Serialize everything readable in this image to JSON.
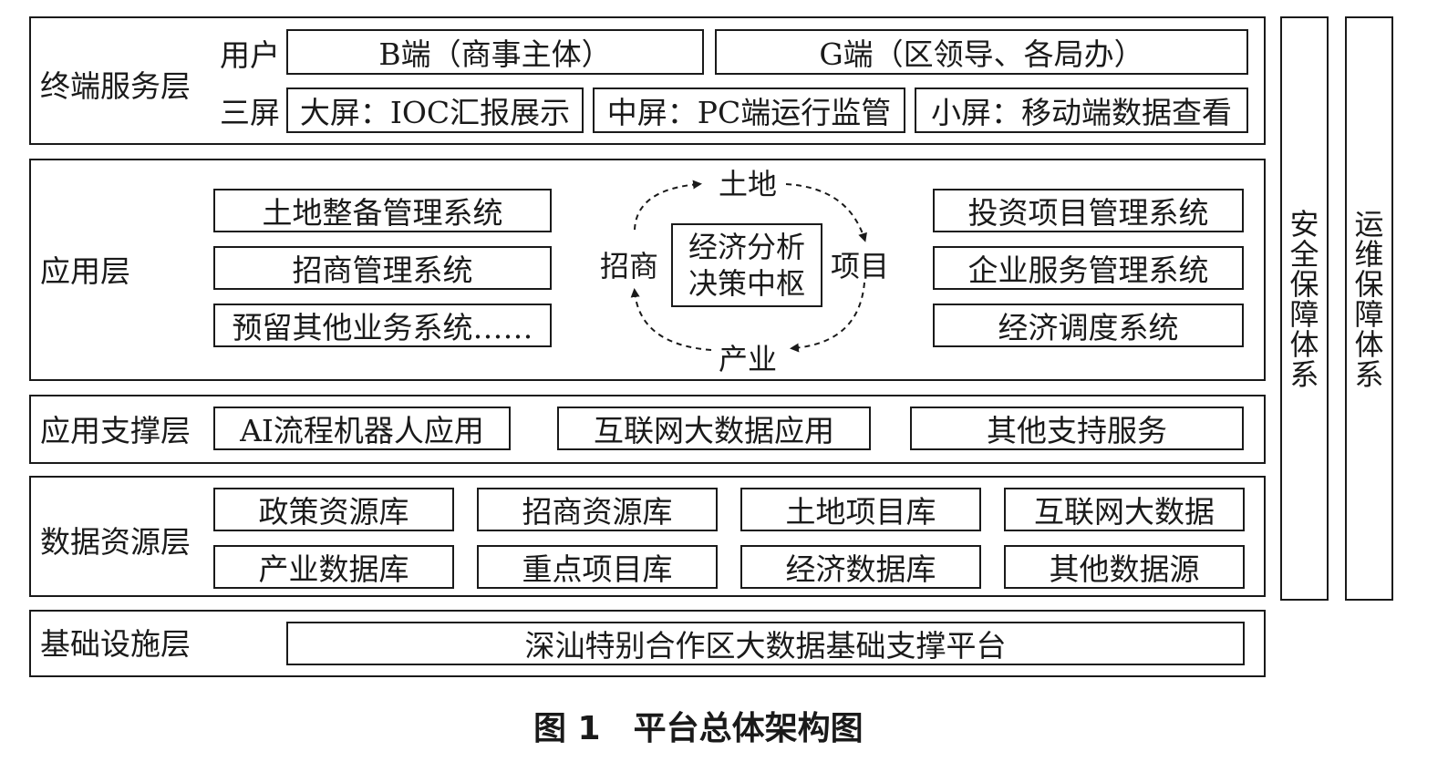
{
  "terminal_layer": {
    "title": "终端服务层",
    "user_label": "用户",
    "screen_label": "三屏",
    "users": [
      "B端（商事主体）",
      "G端（区领导、各局办）"
    ],
    "screens": [
      "大屏：IOC汇报展示",
      "中屏：PC端运行监管",
      "小屏：移动端数据查看"
    ]
  },
  "app_layer": {
    "title": "应用层",
    "left_systems": [
      "土地整备管理系统",
      "招商管理系统",
      "预留其他业务系统……"
    ],
    "right_systems": [
      "投资项目管理系统",
      "企业服务管理系统",
      "经济调度系统"
    ],
    "center_line1": "经济分析",
    "center_line2": "决策中枢",
    "cycle": {
      "top": "土地",
      "right": "项目",
      "bottom": "产业",
      "left": "招商"
    }
  },
  "support_layer": {
    "title": "应用支撑层",
    "items": [
      "AI流程机器人应用",
      "互联网大数据应用",
      "其他支持服务"
    ]
  },
  "data_layer": {
    "title": "数据资源层",
    "row1": [
      "政策资源库",
      "招商资源库",
      "土地项目库",
      "互联网大数据"
    ],
    "row2": [
      "产业数据库",
      "重点项目库",
      "经济数据库",
      "其他数据源"
    ]
  },
  "infra_layer": {
    "title": "基础设施层",
    "platform": "深汕特别合作区大数据基础支撑平台"
  },
  "side": {
    "security": [
      "安",
      "全",
      "保",
      "障",
      "体",
      "系"
    ],
    "ops": [
      "运",
      "维",
      "保",
      "障",
      "体",
      "系"
    ]
  },
  "caption": "图 1　平台总体架构图"
}
